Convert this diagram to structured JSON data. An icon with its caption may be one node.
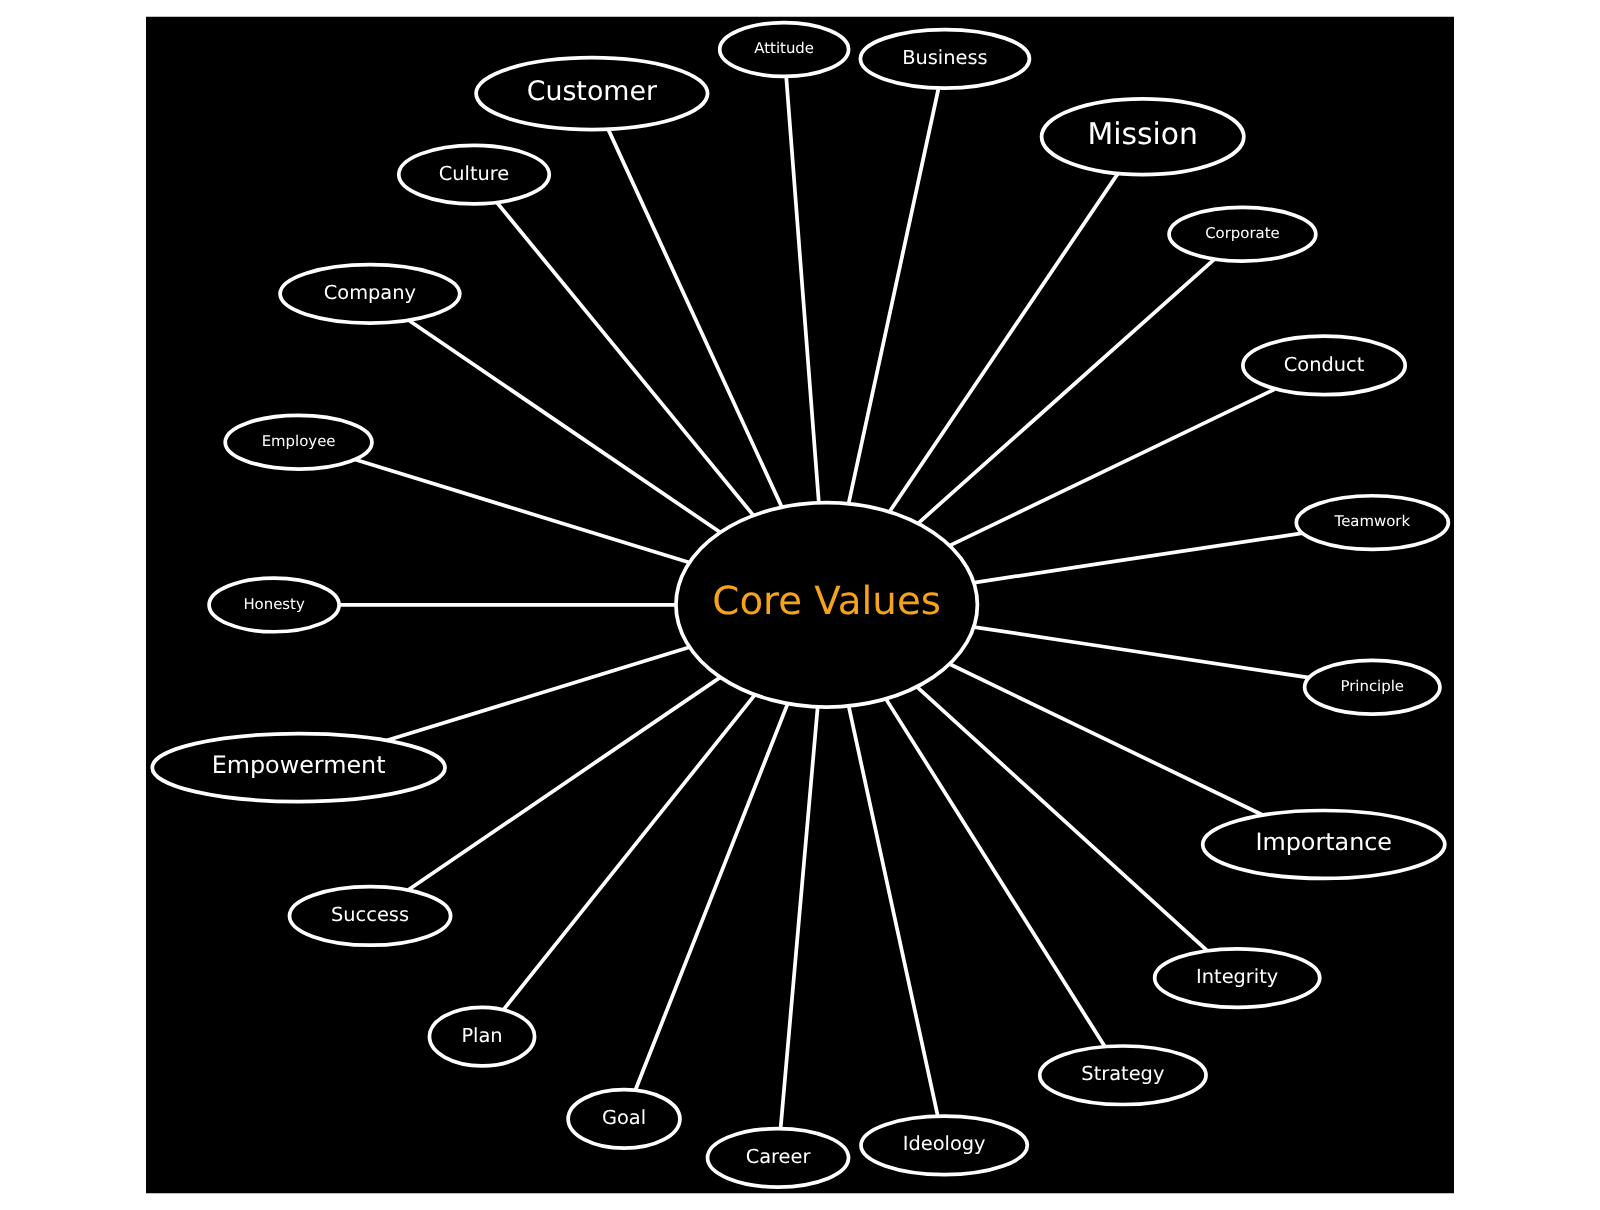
{
  "diagram": {
    "nodes": [
      {
        "text": [
          "Core Values"
        ]
      },
      {
        "text": [
          "Teamwork"
        ]
      },
      {
        "text": [
          "Conduct"
        ]
      },
      {
        "text": [
          "Corporate"
        ]
      },
      {
        "text": [
          "Mission"
        ]
      },
      {
        "text": [
          "Business"
        ]
      },
      {
        "text": [
          "Attitude"
        ]
      },
      {
        "text": [
          "Customer"
        ]
      },
      {
        "text": [
          "Culture"
        ]
      },
      {
        "text": [
          "Company"
        ]
      },
      {
        "text": [
          "Employee"
        ]
      },
      {
        "text": [
          "Honesty"
        ]
      },
      {
        "text": [
          "Empowerment"
        ]
      },
      {
        "text": [
          "Success"
        ]
      },
      {
        "text": [
          "Plan"
        ]
      },
      {
        "text": [
          "Goal"
        ]
      },
      {
        "text": [
          "Career"
        ]
      },
      {
        "text": [
          "Ideology"
        ]
      },
      {
        "text": [
          "Strategy"
        ]
      },
      {
        "text": [
          "Integrity"
        ]
      },
      {
        "text": [
          "Importance"
        ]
      },
      {
        "text": [
          "Principle"
        ]
      }
    ],
    "edges": [
      {
        "from": 0,
        "to": 1,
        "arrow": "none"
      },
      {
        "from": 0,
        "to": 2,
        "arrow": "none"
      },
      {
        "from": 0,
        "to": 3,
        "arrow": "none"
      },
      {
        "from": 0,
        "to": 4,
        "arrow": "none"
      },
      {
        "from": 0,
        "to": 5,
        "arrow": "none"
      },
      {
        "from": 0,
        "to": 6,
        "arrow": "none"
      },
      {
        "from": 0,
        "to": 7,
        "arrow": "none"
      },
      {
        "from": 0,
        "to": 8,
        "arrow": "none"
      },
      {
        "from": 0,
        "to": 9,
        "arrow": "none"
      },
      {
        "from": 0,
        "to": 10,
        "arrow": "none"
      },
      {
        "from": 0,
        "to": 11,
        "arrow": "none"
      },
      {
        "from": 0,
        "to": 12,
        "arrow": "none"
      },
      {
        "from": 0,
        "to": 13,
        "arrow": "none"
      },
      {
        "from": 0,
        "to": 14,
        "arrow": "none"
      },
      {
        "from": 0,
        "to": 15,
        "arrow": "none"
      },
      {
        "from": 0,
        "to": 16,
        "arrow": "none"
      },
      {
        "from": 0,
        "to": 17,
        "arrow": "none"
      },
      {
        "from": 0,
        "to": 18,
        "arrow": "none"
      },
      {
        "from": 0,
        "to": 19,
        "arrow": "none"
      },
      {
        "from": 0,
        "to": 20,
        "arrow": "none"
      },
      {
        "from": 0,
        "to": 21,
        "arrow": "none"
      }
    ]
  }
}
